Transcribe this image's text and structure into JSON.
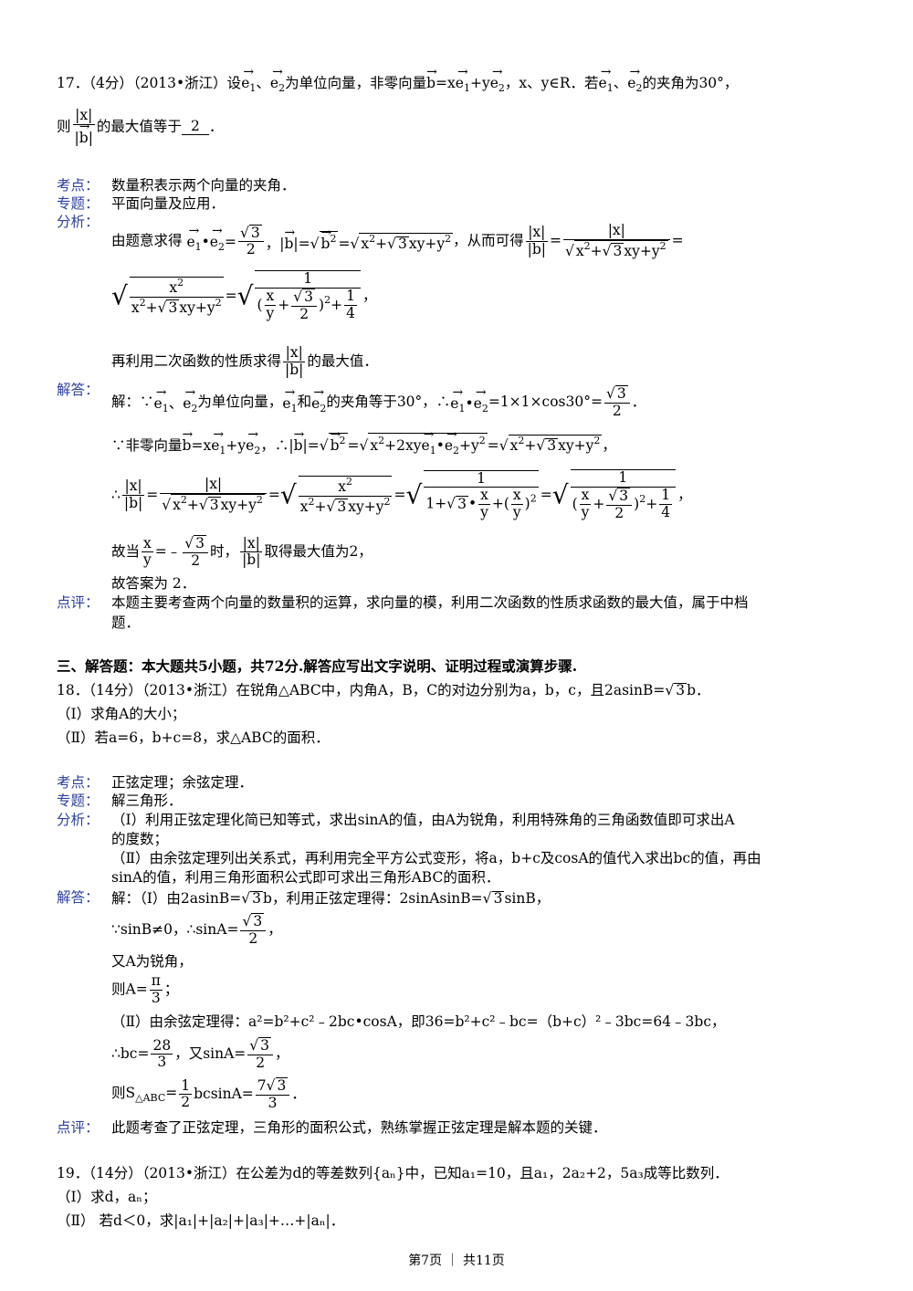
{
  "q17": {
    "stem": "17．（4分）（2013•浙江）设",
    "stem2": "、",
    "stem3": "为单位向量，非零向量",
    "stem4": "=x",
    "stem5": "+y",
    "stem6": "，x、y∈R．若",
    "stem7": "、",
    "stem8": "的夹角为30°，",
    "ask_pre": "则",
    "ask_post": "的最大值等于",
    "answer": "2",
    "kaodian_label": "考点：",
    "kaodian": "数量积表示两个向量的夹角．",
    "zhuanti_label": "专题：",
    "zhuanti": "平面向量及应用．",
    "fenxi_label": "分析：",
    "fenxi1_pre": "由题意求得",
    "fenxi1_mid": "，从而可得",
    "fenxi3": "再利用二次函数的性质求得",
    "fenxi3_post": "的最大值．",
    "jieda_label": "解答：",
    "jieda1_pre": "解：∵",
    "jieda1_mid": "为单位向量，",
    "jieda1_mid2": "和",
    "jieda1_mid3": "的夹角等于30°，∴",
    "jieda1_post": "=1×1×cos30°=",
    "jieda2_pre": "∵非零向量",
    "jieda2_mid": "，∴",
    "jieda5_pre": "故当",
    "jieda5_mid": "时，",
    "jieda5_post": "取得最大值为2，",
    "jieda6": "故答案为 2．",
    "dianping_label": "点评：",
    "dianping1": "本题主要考查两个向量的数量积的运算，求向量的模，利用二次函数的性质求函数的最大值，属于中档",
    "dianping2": "题．"
  },
  "section3": "三、解答题：本大题共5小题，共72分.解答应写出文字说明、证明过程或演算步骤.",
  "q18": {
    "stem": "18．（14分）（2013•浙江）在锐角△ABC中，内角A，B，C的对边分别为a，b，c，且2asinB=",
    "stem_post": "b．",
    "part1": "（Ⅰ）求角A的大小；",
    "part2": "（Ⅱ）若a=6，b+c=8，求△ABC的面积．",
    "kaodian_label": "考点：",
    "kaodian": "正弦定理；余弦定理．",
    "zhuanti_label": "专题：",
    "zhuanti": "解三角形．",
    "fenxi_label": "分析：",
    "fenxi1": "（Ⅰ）利用正弦定理化简已知等式，求出sinA的值，由A为锐角，利用特殊角的三角函数值即可求出A",
    "fenxi2": "的度数；",
    "fenxi3": "（Ⅱ）由余弦定理列出关系式，再利用完全平方公式变形，将a，b+c及cosA的值代入求出bc的值，再由",
    "fenxi4": "sinA的值，利用三角形面积公式即可求出三角形ABC的面积．",
    "jieda_label": "解答：",
    "jieda1_pre": "解：（Ⅰ）由2asinB=",
    "jieda1_mid": "b，利用正弦定理得：2sinAsinB=",
    "jieda1_post": "sinB，",
    "jieda2_pre": "∵sinB≠0，∴sinA=",
    "jieda2_post": "，",
    "jieda3": "又A为锐角，",
    "jieda4_pre": "则A=",
    "jieda4_post": "；",
    "jieda5": "（Ⅱ）由余弦定理得：a²=b²+c²﹣2bc•cosA，即36=b²+c²﹣bc=（b+c）²﹣3bc=64﹣3bc，",
    "jieda6_pre": "∴bc=",
    "jieda6_mid": "，又sinA=",
    "jieda6_post": "，",
    "jieda7_pre": "则S",
    "jieda7_sub": "△ABC",
    "jieda7_mid": "bcsinA=",
    "jieda7_post": "．",
    "dianping_label": "点评：",
    "dianping": "此题考查了正弦定理，三角形的面积公式，熟练掌握正弦定理是解本题的关键．"
  },
  "q19": {
    "stem": "19．（14分）（2013•浙江）在公差为d的等差数列{aₙ}中，已知a₁=10，且a₁，2a₂+2，5a₃成等比数列．",
    "part1": "（Ⅰ）求d，aₙ；",
    "part2": "（Ⅱ） 若d＜0，求|a₁|+|a₂|+|a₃|+…+|aₙ|．"
  },
  "footer": "第7页 ｜ 共11页"
}
